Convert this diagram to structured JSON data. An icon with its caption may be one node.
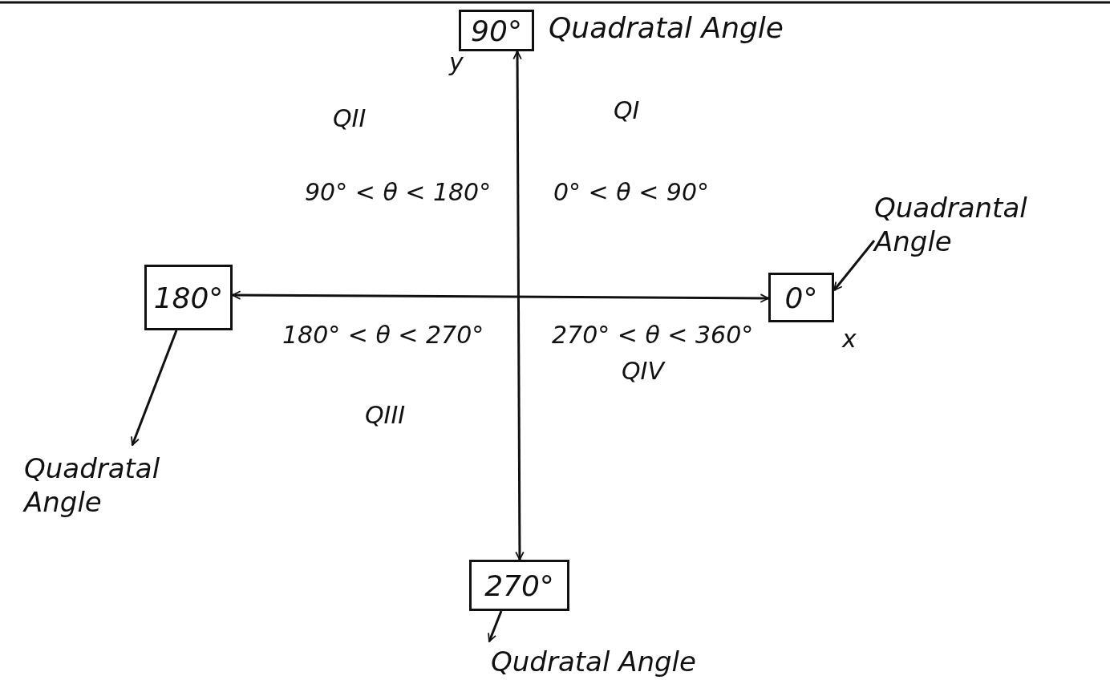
{
  "diagram": {
    "nodes": [
      {
        "text": [
          "90°"
        ],
        "beside": [
          "Quadratal Angle"
        ]
      },
      {
        "text": [
          "180°"
        ]
      },
      {
        "text": [
          "0°"
        ]
      },
      {
        "text": [
          "270°"
        ]
      },
      {
        "text": [
          "Quadrantal Angle"
        ]
      },
      {
        "text": [
          "Quadratal Angle"
        ]
      },
      {
        "text": [
          "Qudratal Angle"
        ]
      }
    ],
    "edges": [
      {
        "from": 0,
        "to": 3,
        "arrow": "both"
      },
      {
        "from": 1,
        "to": 2,
        "arrow": "both"
      },
      {
        "from": 4,
        "to": 2,
        "arrow": "to"
      },
      {
        "from": 1,
        "to": 5,
        "arrow": "to"
      },
      {
        "from": 3,
        "to": 6,
        "arrow": "to"
      }
    ],
    "labels": [
      "y",
      "QII",
      "QI",
      "90° < θ < 180°",
      "0° < θ < 90°",
      "x",
      "180° < θ < 270°",
      "270° < θ < 360°",
      "QIV",
      "QIII"
    ]
  }
}
